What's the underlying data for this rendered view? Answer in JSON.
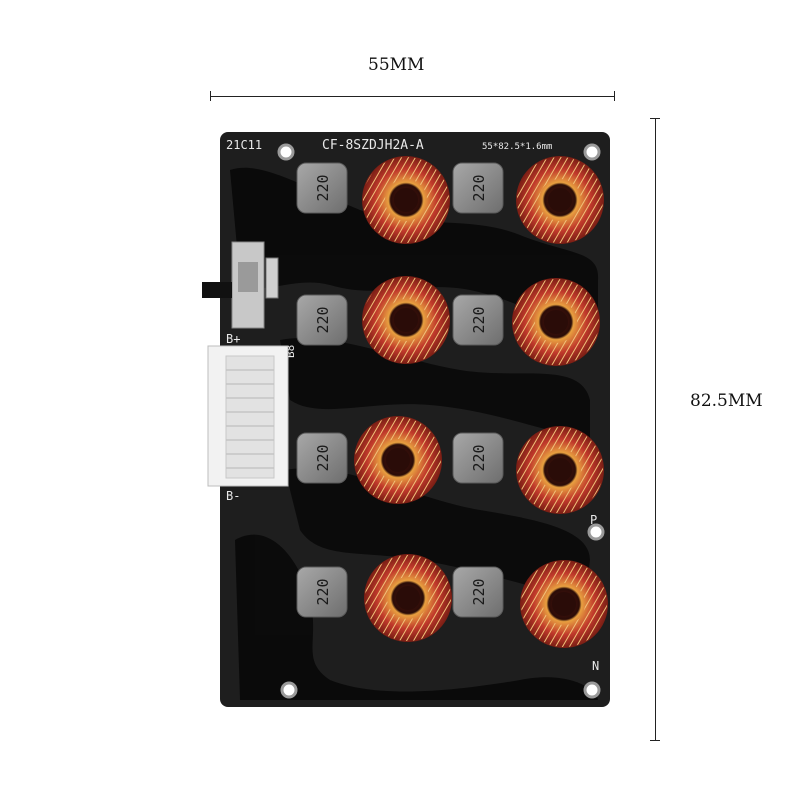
{
  "dimensions": {
    "width_label": "55MM",
    "height_label": "82.5MM"
  },
  "board": {
    "silkscreen_id": "21C11",
    "silkscreen_model": "CF-8SZDJH2A-A",
    "silkscreen_size": "55*82.5*1.6mm",
    "label_b_plus": "B+",
    "label_b_minus": "B-",
    "label_b8": "B8",
    "label_p": "P",
    "label_n": "N",
    "inductor_marking": "220",
    "colors": {
      "pcb": "#1c1c1c",
      "inductor": "#8c8c8c",
      "toroid_copper": "#c0392b",
      "toroid_gold": "#e8a040",
      "connector": "#f2f2f2"
    }
  }
}
